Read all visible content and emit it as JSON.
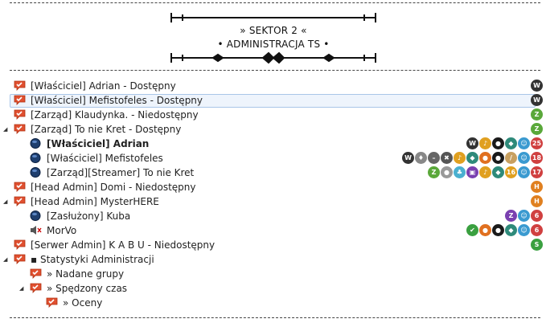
{
  "banner": {
    "line1": "» SEKTOR 2 «",
    "line2": "•  ADMINISTRACJA TS  •"
  },
  "rows": [
    {
      "label": "[Właściciel] Adrian - Dostępny",
      "icon": "channel-icon",
      "badges": [
        {
          "t": "W",
          "c": "#333"
        }
      ]
    },
    {
      "label": "[Właściciel] Mefistofeles - Dostępny",
      "icon": "channel-icon",
      "selected": true,
      "badges": [
        {
          "t": "W",
          "c": "#333"
        }
      ]
    },
    {
      "label": "[Zarząd] Klaudynka. - Niedostępny",
      "icon": "channel-icon",
      "badges": [
        {
          "t": "Z",
          "c": "#5aa83a"
        }
      ]
    },
    {
      "label": "[Zarząd] To nie Kret - Dostępny",
      "icon": "channel-icon",
      "expanded": true,
      "badges": [
        {
          "t": "Z",
          "c": "#5aa83a"
        }
      ]
    },
    {
      "label": "[Właściciel] Adrian",
      "icon": "client-icon",
      "bold": true,
      "indent": 1,
      "badges": [
        {
          "t": "W",
          "c": "#333"
        },
        {
          "t": "♪",
          "c": "#e0a020"
        },
        {
          "t": "●",
          "c": "#1a1a1a"
        },
        {
          "t": "◆",
          "c": "#2e8a7a"
        },
        {
          "t": "☺",
          "c": "#3a9ad0"
        },
        {
          "t": "25",
          "c": "#d04040"
        }
      ]
    },
    {
      "label": "[Właściciel] Mefistofeles",
      "icon": "client-icon",
      "indent": 1,
      "badges": [
        {
          "t": "W",
          "c": "#333"
        },
        {
          "t": "♦",
          "c": "#888"
        },
        {
          "t": "–",
          "c": "#666"
        },
        {
          "t": "✖",
          "c": "#555"
        },
        {
          "t": "♪",
          "c": "#e0a020"
        },
        {
          "t": "◆",
          "c": "#2e8a7a"
        },
        {
          "t": "●",
          "c": "#e07020"
        },
        {
          "t": "●",
          "c": "#1a1a1a"
        },
        {
          "t": "/",
          "c": "#c8a060"
        },
        {
          "t": "☺",
          "c": "#3a9ad0"
        },
        {
          "t": "18",
          "c": "#d04040"
        }
      ]
    },
    {
      "label": "[Zarząd][Streamer] To nie Kret",
      "icon": "client-icon",
      "indent": 1,
      "badges": [
        {
          "t": "Z",
          "c": "#5aa83a"
        },
        {
          "t": "●",
          "c": "#999"
        },
        {
          "t": "♣",
          "c": "#4ab0d0"
        },
        {
          "t": "▣",
          "c": "#7a40b0"
        },
        {
          "t": "♪",
          "c": "#e0a020"
        },
        {
          "t": "◆",
          "c": "#2e8a7a"
        },
        {
          "t": "16",
          "c": "#e0a020"
        },
        {
          "t": "☺",
          "c": "#3a9ad0"
        },
        {
          "t": "17",
          "c": "#d04040"
        }
      ]
    },
    {
      "label": "[Head Admin] Domi - Niedostępny",
      "icon": "channel-icon",
      "badges": [
        {
          "t": "H",
          "c": "#e08020"
        }
      ]
    },
    {
      "label": "[Head Admin] MysterHERE",
      "icon": "channel-icon",
      "expanded": true,
      "badges": [
        {
          "t": "H",
          "c": "#e08020"
        }
      ]
    },
    {
      "label": "[Zasłużony] Kuba",
      "icon": "client-icon",
      "indent": 1,
      "badges": [
        {
          "t": "Z",
          "c": "#7a40b0"
        },
        {
          "t": "☺",
          "c": "#3a9ad0"
        },
        {
          "t": "6",
          "c": "#d04040"
        }
      ]
    },
    {
      "label": "MorVo",
      "icon": "muted-icon",
      "indent": 1,
      "badges": [
        {
          "t": "✔",
          "c": "#3aa040"
        },
        {
          "t": "●",
          "c": "#e07020"
        },
        {
          "t": "●",
          "c": "#1a1a1a"
        },
        {
          "t": "◆",
          "c": "#2e8a7a"
        },
        {
          "t": "☺",
          "c": "#3a9ad0"
        },
        {
          "t": "6",
          "c": "#d04040"
        }
      ]
    },
    {
      "label": "[Serwer Admin] K A B U - Niedostępny",
      "icon": "channel-icon",
      "badges": [
        {
          "t": "S",
          "c": "#3aa040"
        }
      ]
    },
    {
      "label": "▪ Statystyki Administracji",
      "icon": "channel-icon",
      "expanded": true,
      "badges": []
    },
    {
      "label": "» Nadane grupy",
      "icon": "channel-icon",
      "indent": 1,
      "badges": []
    },
    {
      "label": "» Spędzony czas",
      "icon": "channel-icon",
      "indent": 1,
      "expanded": true,
      "badges": []
    },
    {
      "label": "» Oceny",
      "icon": "channel-icon",
      "indent": 2,
      "badges": []
    }
  ]
}
